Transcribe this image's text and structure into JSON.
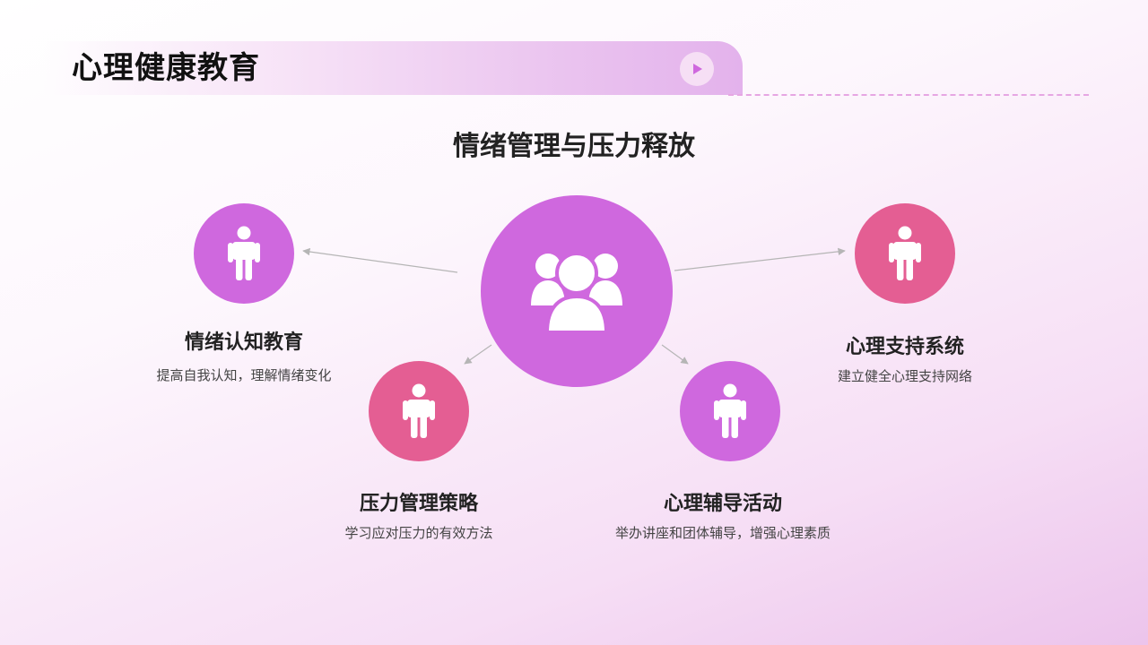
{
  "header": {
    "title": "心理健康教育"
  },
  "section_title": "情绪管理与压力释放",
  "center": {
    "icon": "group-icon"
  },
  "nodes": [
    {
      "title": "情绪认知教育",
      "desc": "提高自我认知，理解情绪变化",
      "icon": "person-icon",
      "color": "#cf68de"
    },
    {
      "title": "压力管理策略",
      "desc": "学习应对压力的有效方法",
      "icon": "person-icon",
      "color": "#e45e93"
    },
    {
      "title": "心理辅导活动",
      "desc": "举办讲座和团体辅导，增强心理素质",
      "icon": "person-icon",
      "color": "#cf68de"
    },
    {
      "title": "心理支持系统",
      "desc": "建立健全心理支持网络",
      "icon": "person-icon",
      "color": "#e45e93"
    }
  ],
  "colors": {
    "purple": "#cf68de",
    "pink": "#e45e93",
    "connector": "#b5b5b5"
  }
}
